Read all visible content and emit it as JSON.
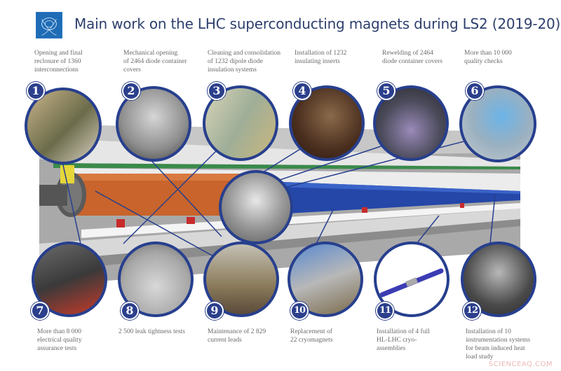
{
  "header": {
    "logo": "cern-logo-icon",
    "title": "Main work on the LHC superconducting magnets during LS2 (2019-20)"
  },
  "colors": {
    "title": "#2e3f6e",
    "badge": "#2b3f8c",
    "circle_border": "#273f8e",
    "logo_bg": "#1e6cb6",
    "magnet_blue": "#2447a8",
    "magnet_orange": "#c8642c",
    "tunnel_gray": "#a7a7a7"
  },
  "items": [
    {
      "number": "1",
      "caption": "Opening and final\nreclosure of 1360\ninterconnections"
    },
    {
      "number": "2",
      "caption": "Mechanical opening\nof 2464 diode container\ncovers"
    },
    {
      "number": "3",
      "caption": "Cleaning and consolidation\nof 1232 dipole diode\ninsulation systems"
    },
    {
      "number": "4",
      "caption": "Installation of 1232\ninsulating inserts"
    },
    {
      "number": "5",
      "caption": "Rewelding of 2464\ndiode container covers"
    },
    {
      "number": "6",
      "caption": "More than 10 000\nquality checks"
    },
    {
      "number": "7",
      "caption": "More than 8 000\nelectrical quality\nassurance tests"
    },
    {
      "number": "8",
      "caption": "2 500 leak tightness tests"
    },
    {
      "number": "9",
      "caption": "Maintenance of 2 829\ncurrent leads"
    },
    {
      "number": "10",
      "caption": "Replacement of\n22 cryomagnets"
    },
    {
      "number": "11",
      "caption": "Installation of 4 full\nHL-LHC cryo-\nassemblies"
    },
    {
      "number": "12",
      "caption": "Installation of 10\ninstrumentation systems\nfor beam induced heat\nload study"
    }
  ],
  "watermark": "SCIENCEAQ.COM"
}
